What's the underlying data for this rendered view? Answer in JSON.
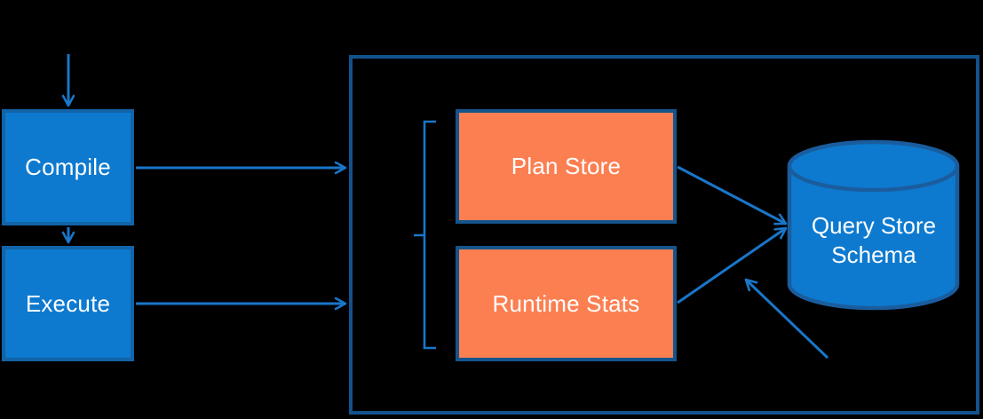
{
  "diagram": {
    "type": "flow-diagram",
    "background": "#000000",
    "colors": {
      "blue_node_fill": "#0d7acf",
      "blue_node_border": "#1263a8",
      "orange_node_fill": "#fc7f51",
      "orange_node_border": "#15548c",
      "container_border": "#12528c",
      "cylinder_fill": "#0d7acf",
      "cylinder_border": "#1a5d9e",
      "arrow": "#1976c9",
      "text": "#ffffff"
    },
    "nodes": {
      "compile": {
        "label": "Compile",
        "shape": "rectangle"
      },
      "execute": {
        "label": "Execute",
        "shape": "rectangle"
      },
      "plan_store": {
        "label": "Plan Store",
        "shape": "rectangle"
      },
      "runtime_stats": {
        "label": "Runtime Stats",
        "shape": "rectangle"
      },
      "query_store_schema": {
        "label": "Query Store Schema",
        "line1": "Query Store",
        "line2": "Schema",
        "shape": "database-cylinder"
      }
    },
    "edges": [
      {
        "from": "external-input",
        "to": "compile",
        "style": "arrow-down"
      },
      {
        "from": "compile",
        "to": "execute",
        "style": "arrow-down"
      },
      {
        "from": "compile",
        "to": "container",
        "style": "arrow-right"
      },
      {
        "from": "execute",
        "to": "container",
        "style": "arrow-right"
      },
      {
        "from": "plan_store",
        "to": "query_store_schema",
        "style": "arrow-diagonal"
      },
      {
        "from": "runtime_stats",
        "to": "query_store_schema",
        "style": "arrow-diagonal"
      },
      {
        "from": "bottom-right",
        "to": "query_store_schema",
        "style": "arrow-diagonal"
      }
    ],
    "annotations": {
      "brace": "left-square-brace grouping Plan Store and Runtime Stats"
    }
  }
}
